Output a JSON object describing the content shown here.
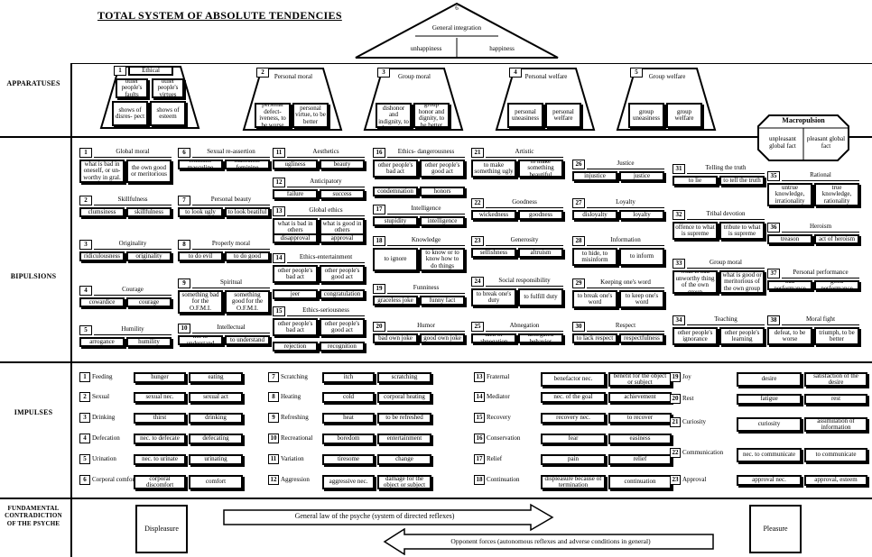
{
  "title": "TOTAL SYSTEM OF ABSOLUTE TENDENCIES",
  "sections": {
    "apparatuses": "APPARATUSES",
    "bipulsions": "BIPULSIONS",
    "impulses": "IMPULSES",
    "fundamental": "FUNDAMENTAL CONTRADICTION OF THE PSYCHE"
  },
  "integration": {
    "num": "6",
    "head": "General integration",
    "left": "unhappiness",
    "right": "happiness"
  },
  "apparatuses": [
    {
      "num": "1",
      "head": "Ethical",
      "tl": "other people's faults",
      "tr": "other people's virtues",
      "bl": "shows of disres- pect",
      "br": "shows of esteem"
    },
    {
      "num": "2",
      "head": "Personal moral",
      "bl": "personal defect- iveness, to be worse",
      "br": "personal virtue, to be better"
    },
    {
      "num": "3",
      "head": "Group moral",
      "bl": "group dishonor and indignity, to be worse",
      "br": "group honor and dignity, to be better"
    },
    {
      "num": "4",
      "head": "Personal welfare",
      "bl": "personal uneasiness",
      "br": "personal welfare"
    },
    {
      "num": "5",
      "head": "Group welfare",
      "bl": "group uneasiness",
      "br": "group welfare"
    }
  ],
  "macropulsion": {
    "head": "Macropulsion",
    "left": "unpleasant global fact",
    "right": "pleasant global fact"
  },
  "bipulsions": [
    {
      "num": "1",
      "head": "Global moral",
      "left": "what is bad in oneself, or un- worthy in gral.",
      "right": "the own good or meritorious"
    },
    {
      "num": "2",
      "head": "Skillfulness",
      "left": "clumsiness",
      "right": "skillfulness"
    },
    {
      "num": "3",
      "head": "Originality",
      "left": "ridiculousness",
      "right": "originality"
    },
    {
      "num": "4",
      "head": "Courage",
      "left": "cowardice",
      "right": "courage"
    },
    {
      "num": "5",
      "head": "Humility",
      "left": "arrogance",
      "right": "humility"
    },
    {
      "num": "6",
      "head": "Sexual re-assertion",
      "left": "feminine masculine",
      "right": "masculine feminine"
    },
    {
      "num": "7",
      "head": "Personal beauty",
      "left": "to look ugly",
      "right": "to look beatiful"
    },
    {
      "num": "8",
      "head": "Properly moral",
      "left": "to do evil",
      "right": "to do good"
    },
    {
      "num": "9",
      "head": "Spiritual",
      "left": "something bad for the O.F.M.I.",
      "right": "something good for the O.F.M.I."
    },
    {
      "num": "10",
      "head": "Intellectual",
      "left": "not to understand",
      "right": "to understand"
    },
    {
      "num": "11",
      "head": "Aesthetics",
      "left": "ugliness",
      "right": "beauty"
    },
    {
      "num": "12",
      "head": "Anticipatory",
      "left": "failure",
      "right": "success"
    },
    {
      "num": "13",
      "head": "Global ethics",
      "left": "what is bad in others",
      "right": "what is good in others"
    },
    {
      "num": "",
      "head": "",
      "left": "disapproval",
      "right": "approval"
    },
    {
      "num": "14",
      "head": "Ethics-entertainment",
      "left": "other people's bad act",
      "right": "other people's good act"
    },
    {
      "num": "",
      "head": "",
      "left": "jeer",
      "right": "congratulation"
    },
    {
      "num": "15",
      "head": "Ethics-seriousness",
      "left": "other people's bad act",
      "right": "other people's good act"
    },
    {
      "num": "",
      "head": "",
      "left": "rejection",
      "right": "recognition"
    },
    {
      "num": "16",
      "head": "Ethics- dangerousness",
      "left": "other people's bad act",
      "right": "other people's good act"
    },
    {
      "num": "",
      "head": "",
      "left": "condemnation",
      "right": "honors"
    },
    {
      "num": "17",
      "head": "Intelligence",
      "left": "stupidity",
      "right": "intelligence"
    },
    {
      "num": "18",
      "head": "Knowledge",
      "left": "to ignore",
      "right": "to know or to know how to do things"
    },
    {
      "num": "19",
      "head": "Funniness",
      "left": "graceless joke",
      "right": "funny fact"
    },
    {
      "num": "20",
      "head": "Humor",
      "left": "bad own joke",
      "right": "good own joke"
    },
    {
      "num": "21",
      "head": "Artistic",
      "left": "to make something ugly",
      "right": "to make something beautiful"
    },
    {
      "num": "22",
      "head": "Goodness",
      "left": "wickedness",
      "right": "goodness"
    },
    {
      "num": "23",
      "head": "Generosity",
      "left": "selfishness",
      "right": "altruism"
    },
    {
      "num": "24",
      "head": "Social responsibility",
      "left": "to break one's duty",
      "right": "to fulfill duty"
    },
    {
      "num": "25",
      "head": "Abnegation",
      "left": "lack of abnegation",
      "right": "abnegated behavior"
    },
    {
      "num": "26",
      "head": "Justice",
      "left": "injustice",
      "right": "justice"
    },
    {
      "num": "27",
      "head": "Loyalty",
      "left": "disloyalty",
      "right": "loyalty"
    },
    {
      "num": "28",
      "head": "Information",
      "left": "to hide, to misinform",
      "right": "to inform"
    },
    {
      "num": "29",
      "head": "Keeping one's word",
      "left": "to break one's word",
      "right": "to keep one's word"
    },
    {
      "num": "30",
      "head": "Respect",
      "left": "to lack respect",
      "right": "respectfulness"
    },
    {
      "num": "31",
      "head": "Telling the truth",
      "left": "to lie",
      "right": "to tell the truth"
    },
    {
      "num": "32",
      "head": "Tribal devotion",
      "left": "offence to what is supreme",
      "right": "tribute to what is supreme"
    },
    {
      "num": "33",
      "head": "Group moral",
      "left": "what is bad unworthy thing of the own group",
      "right": "what is good or meritorious of the own group"
    },
    {
      "num": "34",
      "head": "Teaching",
      "left": "other people's ignorance",
      "right": "other people's learning"
    },
    {
      "num": "35",
      "head": "Rational",
      "left": "untrue knowledge, irrationality",
      "right": "true knowledge, rationality"
    },
    {
      "num": "36",
      "head": "Heroism",
      "left": "treason",
      "right": "act of heroism"
    },
    {
      "num": "37",
      "head": "Personal performance",
      "left": "bad performance",
      "right": "good performance"
    },
    {
      "num": "38",
      "head": "Moral fight",
      "left": "defeat, to be worse",
      "right": "triumph, to be better"
    }
  ],
  "impulses": [
    {
      "num": "1",
      "name": "Feeding",
      "a": "hunger",
      "b": "eating"
    },
    {
      "num": "2",
      "name": "Sexual",
      "a": "sexual nec.",
      "b": "sexual act"
    },
    {
      "num": "3",
      "name": "Drinking",
      "a": "thirst",
      "b": "drinking"
    },
    {
      "num": "4",
      "name": "Defecation",
      "a": "nec. to defecate",
      "b": "defecating"
    },
    {
      "num": "5",
      "name": "Urination",
      "a": "nec. to urinate",
      "b": "urinating"
    },
    {
      "num": "6",
      "name": "Corporal comfort",
      "a": "corporal discomfort",
      "b": "comfort"
    },
    {
      "num": "7",
      "name": "Scratching",
      "a": "itch",
      "b": "scratching"
    },
    {
      "num": "8",
      "name": "Heating",
      "a": "cold",
      "b": "corporal heating"
    },
    {
      "num": "9",
      "name": "Refreshing",
      "a": "heat",
      "b": "to be refreshed"
    },
    {
      "num": "10",
      "name": "Recreational",
      "a": "boredom",
      "b": "entertainment"
    },
    {
      "num": "11",
      "name": "Variation",
      "a": "tiresome",
      "b": "change"
    },
    {
      "num": "12",
      "name": "Aggression",
      "a": "aggressive nec.",
      "b": "damage for the object or subject"
    },
    {
      "num": "13",
      "name": "Fraternal",
      "a": "benefactor nec.",
      "b": "benefit for the object or subject"
    },
    {
      "num": "14",
      "name": "Mediator",
      "a": "nec. of the goal",
      "b": "achievement"
    },
    {
      "num": "15",
      "name": "Recovery",
      "a": "recovery nec.",
      "b": "to recover"
    },
    {
      "num": "16",
      "name": "Conservation",
      "a": "fear",
      "b": "easiness"
    },
    {
      "num": "17",
      "name": "Relief",
      "a": "pain",
      "b": "relief"
    },
    {
      "num": "18",
      "name": "Continuation",
      "a": "displeasure because of termination",
      "b": "continuation"
    },
    {
      "num": "19",
      "name": "Joy",
      "a": "desire",
      "b": "satisfaction of the desire"
    },
    {
      "num": "20",
      "name": "Rest",
      "a": "fatigue",
      "b": "rest"
    },
    {
      "num": "21",
      "name": "Curiosity",
      "a": "curiosity",
      "b": "assimilation of information"
    },
    {
      "num": "22",
      "name": "Communication",
      "a": "nec. to communicate",
      "b": "to communicate"
    },
    {
      "num": "23",
      "name": "Approval",
      "a": "approval nec.",
      "b": "approval, esteem"
    }
  ],
  "fundamental": {
    "displeasure": "Displeasure",
    "pleasure": "Pleasure",
    "law": "General law of the psyche (system of directed reflexes)",
    "opponent": "Opponent forces (autonomous reflexes and adverse conditions in general)"
  }
}
